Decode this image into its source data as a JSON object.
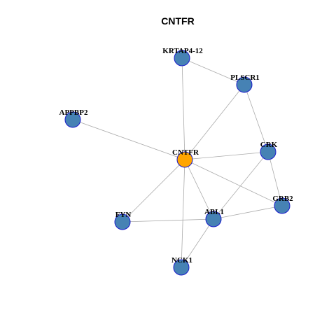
{
  "title": "CNTFR",
  "colors": {
    "center": "#FFA500",
    "node": "#4682B4",
    "stroke": "#1A1ACC",
    "edge": "#AAAAAA"
  },
  "nodes": [
    {
      "id": "KRTAP4-12",
      "label": "KRTAP4-12",
      "kind": "node"
    },
    {
      "id": "PLSCR1",
      "label": "PLSCR1",
      "kind": "node"
    },
    {
      "id": "APPBP2",
      "label": "APPBP2",
      "kind": "node"
    },
    {
      "id": "CNTFR",
      "label": "CNTFR",
      "kind": "center"
    },
    {
      "id": "CRK",
      "label": "CRK",
      "kind": "node"
    },
    {
      "id": "GRB2",
      "label": "GRB2",
      "kind": "node"
    },
    {
      "id": "FYN",
      "label": "FYN",
      "kind": "node"
    },
    {
      "id": "ABL1",
      "label": "ABL1",
      "kind": "node"
    },
    {
      "id": "NCK1",
      "label": "NCK1",
      "kind": "node"
    }
  ],
  "edges": [
    [
      "KRTAP4-12",
      "PLSCR1"
    ],
    [
      "KRTAP4-12",
      "CNTFR"
    ],
    [
      "PLSCR1",
      "CNTFR"
    ],
    [
      "PLSCR1",
      "CRK"
    ],
    [
      "APPBP2",
      "CNTFR"
    ],
    [
      "CNTFR",
      "CRK"
    ],
    [
      "CNTFR",
      "GRB2"
    ],
    [
      "CNTFR",
      "FYN"
    ],
    [
      "CNTFR",
      "ABL1"
    ],
    [
      "CNTFR",
      "NCK1"
    ],
    [
      "CRK",
      "GRB2"
    ],
    [
      "CRK",
      "ABL1"
    ],
    [
      "GRB2",
      "ABL1"
    ],
    [
      "FYN",
      "ABL1"
    ],
    [
      "ABL1",
      "NCK1"
    ]
  ]
}
